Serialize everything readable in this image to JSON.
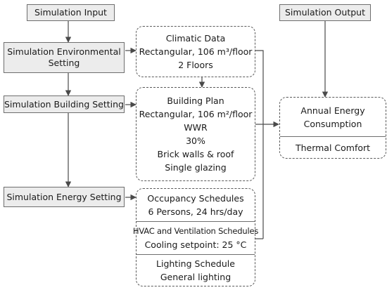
{
  "inputs": {
    "simulation_input": "Simulation Input",
    "environmental_setting": "Simulation Environmental Setting",
    "building_setting": "Simulation Building Setting",
    "energy_setting": "Simulation Energy Setting"
  },
  "output": {
    "title": "Simulation Output",
    "annual_energy": "Annual Energy Consumption",
    "thermal_comfort": "Thermal Comfort"
  },
  "climatic": {
    "title": "Climatic Data",
    "line1": "Rectangular, 106 m³/floor",
    "line2": "2 Floors"
  },
  "building": {
    "title": "Building Plan",
    "line1": "Rectangular, 106 m²/floor",
    "line2": "WWR",
    "line3": "30%",
    "line4": "Brick walls & roof",
    "line5": "Single glazing"
  },
  "energy": {
    "occupancy_title": "Occupancy Schedules",
    "occupancy_value": "6 Persons, 24 hrs/day",
    "hvac_title": "HVAC and Ventilation Schedules",
    "hvac_value": "Cooling setpoint: 25 °C",
    "lighting_title": "Lighting Schedule",
    "lighting_value": "General lighting"
  }
}
